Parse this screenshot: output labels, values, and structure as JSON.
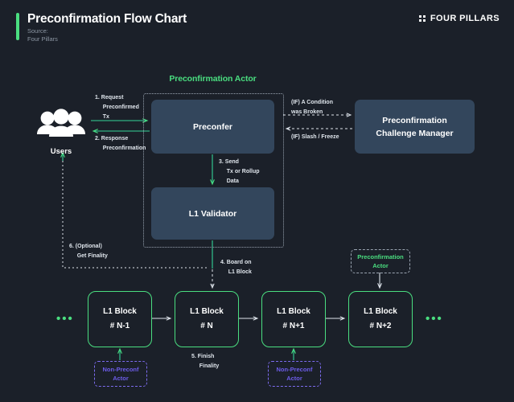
{
  "header": {
    "title": "Preconfirmation Flow Chart",
    "source_label": "Source:",
    "source_name": "Four Pillars",
    "accent_color": "#4ade80"
  },
  "brand": {
    "name": "FOUR PILLARS",
    "icon": "four-dots-icon"
  },
  "colors": {
    "background": "#1b2029",
    "node_fill": "#33465c",
    "green": "#4ade80",
    "purple": "#6c5ce7",
    "muted_text": "#8c96a3",
    "text": "#ffffff"
  },
  "group": {
    "title": "Preconfirmation Actor"
  },
  "nodes": {
    "users": {
      "label": "Users",
      "icon": "users-group-icon"
    },
    "preconfer": {
      "label": "Preconfer"
    },
    "validator": {
      "label": "L1 Validator"
    },
    "challenge_manager": {
      "line1": "Preconfirmation",
      "line2": "Challenge Manager"
    }
  },
  "blocks": [
    {
      "title": "L1 Block",
      "number": "# N-1"
    },
    {
      "title": "L1 Block",
      "number": "# N"
    },
    {
      "title": "L1 Block",
      "number": "# N+1"
    },
    {
      "title": "L1 Block",
      "number": "# N+2"
    }
  ],
  "ellipsis": {
    "left": "•••",
    "right": "•••"
  },
  "badges": {
    "preconf_actor": {
      "line1": "Preconfirmation",
      "line2": "Actor",
      "color": "#4ade80"
    },
    "non_preconf_actor_left": {
      "line1": "Non-Preconf",
      "line2": "Actor",
      "color": "#6c5ce7"
    },
    "non_preconf_actor_right": {
      "line1": "Non-Preconf",
      "line2": "Actor",
      "color": "#6c5ce7"
    }
  },
  "edge_labels": {
    "step1": "1. Request\n     Preconfirmed\n     Tx",
    "step2": "2. Response\n     Preconfirmation",
    "step3": "3. Send\n     Tx or Rollup\n     Data",
    "step4": "4. Board on\n     L1 Block",
    "step5": "5. Finish\n     Finality",
    "step6": "6. (Optional)\n     Get Finality",
    "condition_broken": "(IF) A Condition\nwas Broken",
    "slash_freeze": "(IF) Slash / Freeze"
  }
}
